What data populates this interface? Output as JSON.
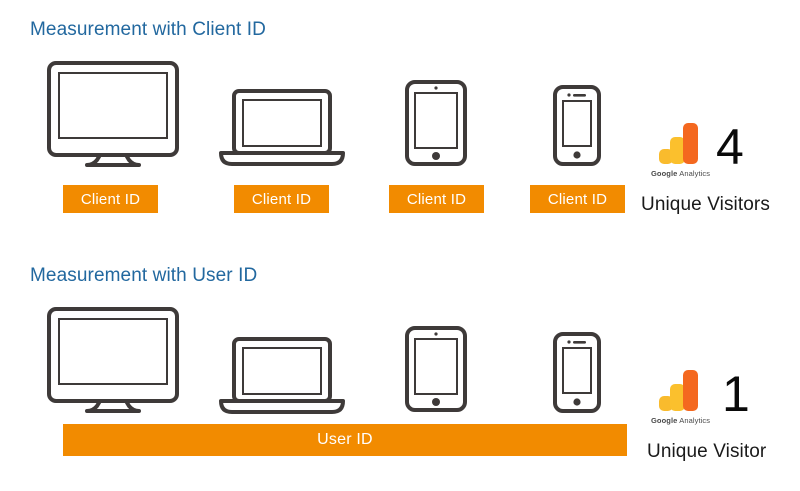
{
  "page": {
    "background": "#ffffff",
    "heading_color": "#22689f",
    "badge_color": "#f28b00",
    "device_stroke": "#3e3a39",
    "ga_colors": {
      "bar_small": "#f9bb2d",
      "bar_mid": "#fbc02d",
      "bar_tall": "#f4681f"
    }
  },
  "sections": [
    {
      "id": "client-id",
      "heading": "Measurement with Client ID",
      "devices": [
        {
          "name": "desktop-monitor",
          "badge": "Client ID"
        },
        {
          "name": "laptop",
          "badge": "Client ID"
        },
        {
          "name": "tablet",
          "badge": "Client ID"
        },
        {
          "name": "smartphone",
          "badge": "Client ID"
        }
      ],
      "result": {
        "logo_word_google": "Google",
        "logo_word_analytics": "Analytics",
        "count": "4",
        "caption": "Unique Visitors"
      }
    },
    {
      "id": "user-id",
      "heading": "Measurement with User ID",
      "devices": [
        {
          "name": "desktop-monitor"
        },
        {
          "name": "laptop"
        },
        {
          "name": "tablet"
        },
        {
          "name": "smartphone"
        }
      ],
      "shared_badge": "User ID",
      "result": {
        "logo_word_google": "Google",
        "logo_word_analytics": "Analytics",
        "count": "1",
        "caption": "Unique Visitor"
      }
    }
  ]
}
